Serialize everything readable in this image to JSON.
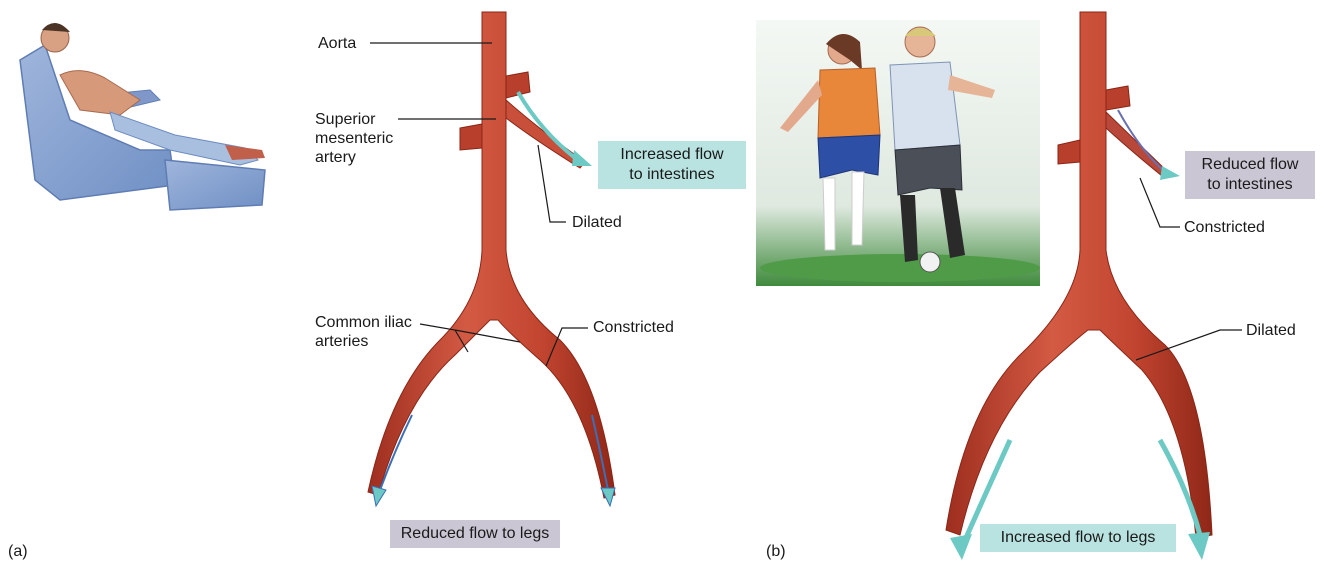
{
  "panel_a": {
    "panel_label": "(a)",
    "labels": {
      "aorta": "Aorta",
      "superior_mesenteric_artery": "Superior\nmesenteric\nartery",
      "dilated": "Dilated",
      "common_iliac_arteries": "Common iliac\narteries",
      "constricted": "Constricted"
    },
    "boxes": {
      "intestines": "Increased flow\nto intestines",
      "legs": "Reduced flow to legs"
    }
  },
  "panel_b": {
    "panel_label": "(b)",
    "labels": {
      "constricted": "Constricted",
      "dilated": "Dilated"
    },
    "boxes": {
      "intestines": "Reduced flow\nto intestines",
      "legs": "Increased flow to legs"
    }
  },
  "colors": {
    "artery": "#c0432f",
    "artery_highlight": "#e07a62",
    "flow_arrow": "#6cc9c4",
    "increased_box": "#b9e3e0",
    "reduced_box": "#cbc6d3"
  }
}
